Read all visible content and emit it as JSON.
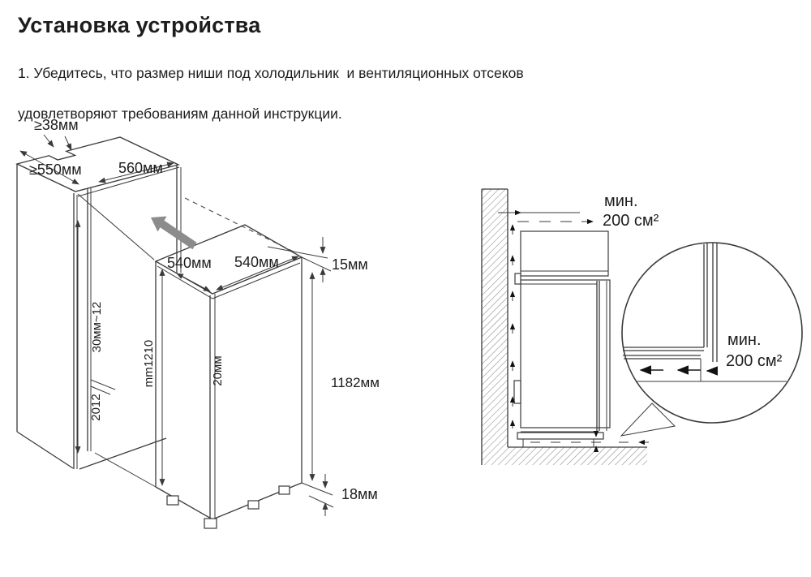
{
  "header": {
    "title": "Установка устройства",
    "line1": "1. Убедитесь, что размер ниши под холодильник  и вентиляционных отсеков",
    "line2": "удовлетворяют требованиям данной инструкции."
  },
  "niche_dims": {
    "vent_gap": "≥38мм",
    "min_depth": "≥550мм",
    "top_width": "560мм",
    "pullout": "540мм",
    "depth": "540мм",
    "top_clearance": "15мм",
    "side_label_a": "30мм~12",
    "side_label_b": "2012",
    "inner_height": "mm1210",
    "gap": "20мм",
    "fridge_height": "1182мм",
    "base_height": "18мм"
  },
  "ventilation": {
    "top_min": "мин.",
    "top_area": "200 см²",
    "detail_min": "мин.",
    "detail_area": "200 см²"
  },
  "colors": {
    "ink": "#3a3a3a",
    "text": "#1d1d1d",
    "insert_arrow": "#8c8c8c"
  }
}
